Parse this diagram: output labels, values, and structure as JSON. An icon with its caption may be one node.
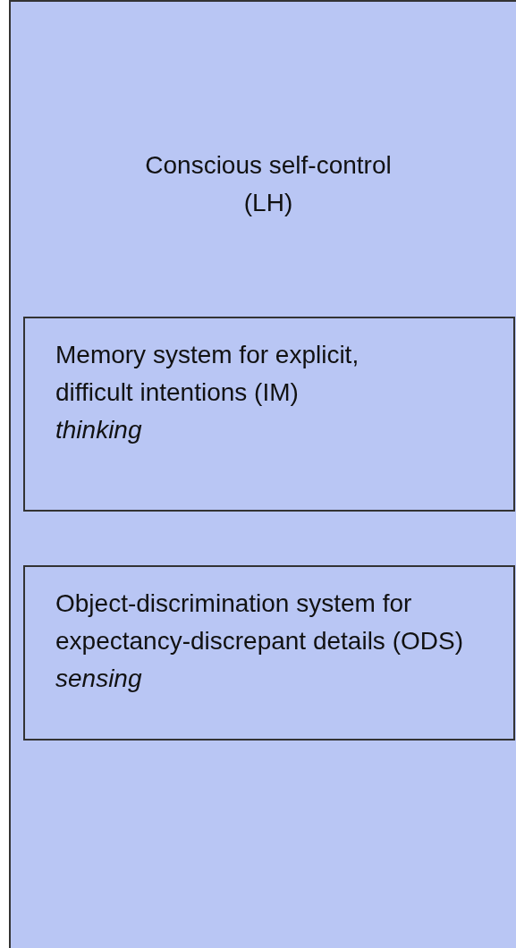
{
  "diagram": {
    "nodes": [
      {
        "text": [
          "Conscious self-control (LH)"
        ]
      },
      {
        "text": [
          "Memory system for explicit, difficult intentions (IM)",
          "thinking"
        ],
        "in": 0
      },
      {
        "text": [
          "Object-discrimination system for expectancy-discrepant details (ODS)",
          "sensing"
        ],
        "in": 0
      }
    ]
  }
}
